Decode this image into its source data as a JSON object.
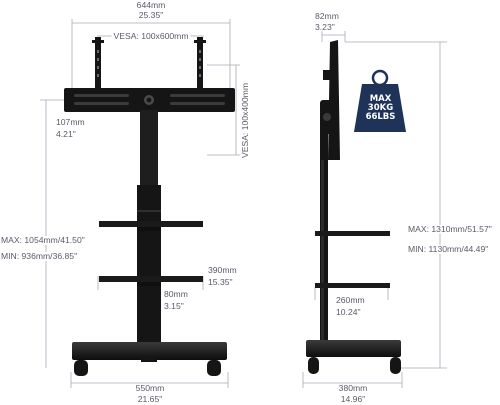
{
  "colors": {
    "stand": "#151515",
    "dimension_line": "#a9a9b6",
    "label": "#5a5a6a",
    "badge": "#1e3357"
  },
  "front": {
    "top_width_mm": "644mm",
    "top_width_in": "25.35\"",
    "vesa_h": "VESA:  100x600mm",
    "vesa_v": "VESA:  100x400mm",
    "offset_mm": "107mm",
    "offset_in": "4.21\"",
    "height_max": "MAX: 1054mm/41.50\"",
    "height_min": "MIN:  936mm/36.85\"",
    "shelf_width_mm": "390mm",
    "shelf_width_in": "15.35\"",
    "shelf_gap_mm": "80mm",
    "shelf_gap_in": "3.15\"",
    "base_width_mm": "550mm",
    "base_width_in": "21.65\""
  },
  "side": {
    "depth_mm": "82mm",
    "depth_in": "3.23\"",
    "height_max": "MAX:  1310mm/51.57\"",
    "height_min": "MIN:  1130mm/44.49\"",
    "shelf_depth_mm": "260mm",
    "shelf_depth_in": "10.24\"",
    "base_depth_mm": "380mm",
    "base_depth_in": "14.96\""
  },
  "badge": {
    "line1": "MAX",
    "line2": "30KG",
    "line3": "66LBS",
    "icon": "weight-icon"
  }
}
